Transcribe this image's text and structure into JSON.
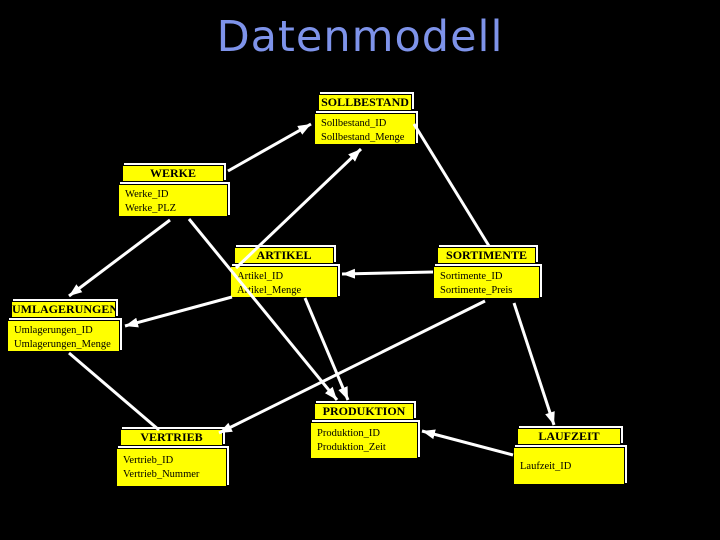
{
  "slide": {
    "title": "Datenmodell",
    "title_color": "#7e93ea",
    "background_color": "#000000",
    "entity_fill_color": "#ffff00",
    "connector_color": "#ffffff"
  },
  "diagram": {
    "entities": [
      {
        "id": "sollbestand",
        "name": "SOLLBESTAND",
        "attributes": [
          "Sollbestand_ID",
          "Sollbestand_Menge"
        ]
      },
      {
        "id": "werke",
        "name": "WERKE",
        "attributes": [
          "Werke_ID",
          "Werke_PLZ"
        ]
      },
      {
        "id": "artikel",
        "name": "ARTIKEL",
        "attributes": [
          "Artikel_ID",
          "Artikel_Menge"
        ]
      },
      {
        "id": "sortimente",
        "name": "SORTIMENTE",
        "attributes": [
          "Sortimente_ID",
          "Sortimente_Preis"
        ]
      },
      {
        "id": "umlagerungen",
        "name": "UMLAGERUNGEN",
        "attributes": [
          "Umlagerungen_ID",
          "Umlagerungen_Menge"
        ]
      },
      {
        "id": "produktion",
        "name": "PRODUKTION",
        "attributes": [
          "Produktion_ID",
          "Produktion_Zeit"
        ]
      },
      {
        "id": "vertrieb",
        "name": "VERTRIEB",
        "attributes": [
          "Vertrieb_ID",
          "Vertrieb_Nummer"
        ]
      },
      {
        "id": "laufzeit",
        "name": "LAUFZEIT",
        "attributes": [
          "Laufzeit_ID"
        ]
      }
    ],
    "connections": [
      {
        "from": "werke",
        "to": "sollbestand",
        "arrow": true
      },
      {
        "from": "artikel",
        "to": "sollbestand",
        "arrow": true
      },
      {
        "from": "sollbestand",
        "to": "sortimente",
        "arrow": false
      },
      {
        "from": "sortimente",
        "to": "artikel",
        "arrow": true
      },
      {
        "from": "werke",
        "to": "umlagerungen",
        "arrow": true
      },
      {
        "from": "artikel",
        "to": "umlagerungen",
        "arrow": true
      },
      {
        "from": "werke",
        "to": "produktion",
        "arrow": true
      },
      {
        "from": "artikel",
        "to": "produktion",
        "arrow": true
      },
      {
        "from": "sortimente",
        "to": "vertrieb",
        "arrow": true
      },
      {
        "from": "umlagerungen",
        "to": "vertrieb",
        "arrow": false
      },
      {
        "from": "sortimente",
        "to": "laufzeit",
        "arrow": true
      },
      {
        "from": "laufzeit",
        "to": "produktion",
        "arrow": true
      }
    ]
  }
}
